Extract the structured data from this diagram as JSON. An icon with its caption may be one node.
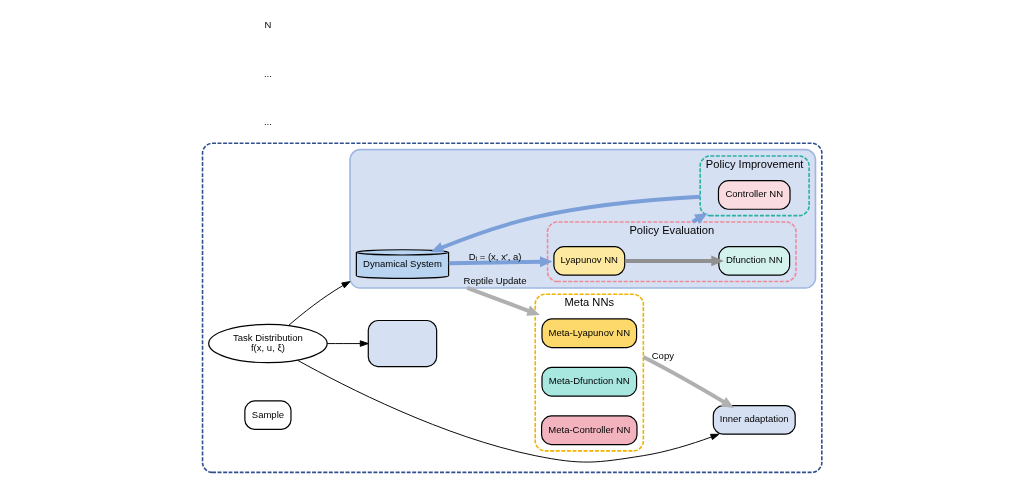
{
  "diagram": {
    "nodes": [
      {
        "text": [],
        "shape": "box"
      },
      {
        "text": [
          "Meta NNs"
        ],
        "in": 0
      },
      {
        "text": [
          "Meta-Lyapunov NN"
        ],
        "in": 1
      },
      {
        "text": [
          "Meta-Dfunction NN"
        ],
        "in": 1
      },
      {
        "text": [
          "Meta-Controller NN"
        ],
        "in": 1
      },
      {
        "text": [
          "Inner adaptation"
        ],
        "in": 0
      },
      {
        "text": [],
        "shape": "box",
        "in": 0
      },
      {
        "text": [],
        "shape": "box",
        "in": 0
      },
      {
        "text": [
          "Task Distribution",
          "f(x, u, ξ)"
        ],
        "in": 0
      },
      {
        "text": [
          "Sample"
        ],
        "in": 0
      },
      {
        "text": [
          "Dynamical System"
        ],
        "in": 7
      },
      {
        "text": [
          "Policy Evaluation"
        ],
        "in": 7
      },
      {
        "text": [
          "Lyapunov NN"
        ],
        "in": 11
      },
      {
        "text": [
          "Dfunction NN"
        ],
        "in": 11
      },
      {
        "text": [
          "Policy Improvement"
        ],
        "in": 7
      },
      {
        "text": [
          "Controller NN"
        ],
        "in": 14
      }
    ],
    "edges": [
      {
        "from": 1,
        "to": 5,
        "arrow": "to",
        "label": "Copy",
        "color": "#b0b0b0"
      },
      {
        "from": 7,
        "to": 1,
        "arrow": "to",
        "label": "Reptile Update",
        "color": "#b0b0b0"
      },
      {
        "from": 8,
        "to": 5,
        "arrow": "to",
        "color": "#000000"
      },
      {
        "from": 8,
        "to": 6,
        "arrow": "to",
        "color": "#000000"
      },
      {
        "from": 8,
        "to": 7,
        "arrow": "to",
        "color": "#000000"
      },
      {
        "from": 10,
        "to": 11,
        "arrow": "to",
        "label": "Dᵢ = (x, x′, a)",
        "color": "#7b9fd8"
      },
      {
        "from": 12,
        "to": 13,
        "arrow": "to",
        "color": "#909090"
      },
      {
        "from": 11,
        "to": 14,
        "arrow": "to",
        "color": "#7b9fd8"
      },
      {
        "from": 14,
        "to": 10,
        "arrow": "to",
        "color": "#7b9fd8"
      }
    ],
    "labels": [
      "...",
      "...",
      "N"
    ]
  }
}
